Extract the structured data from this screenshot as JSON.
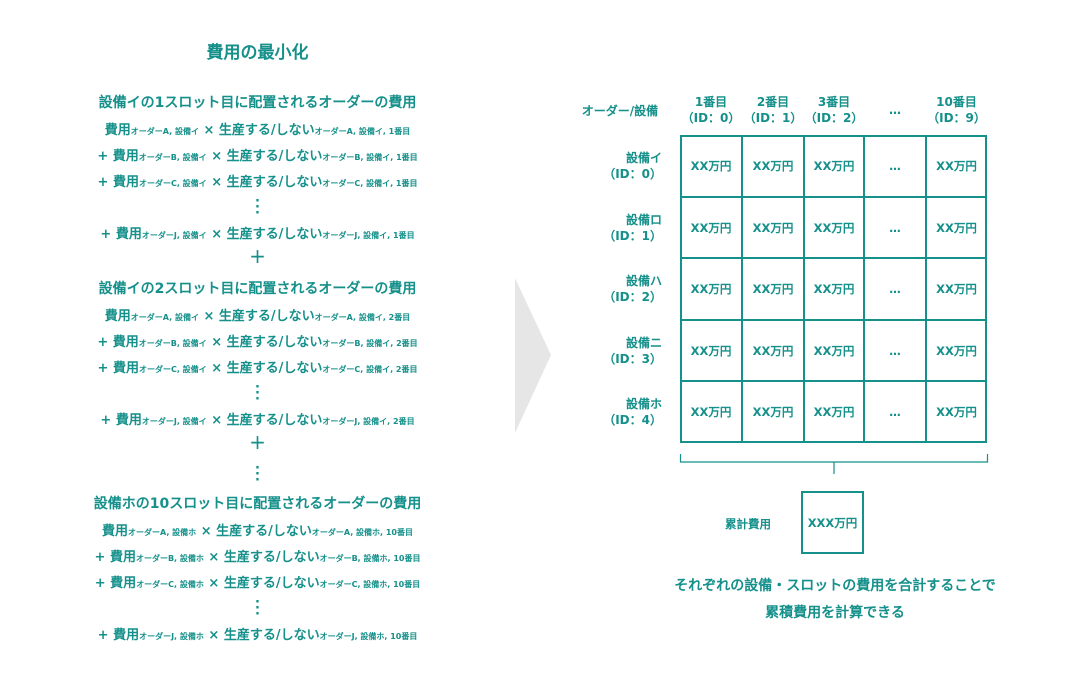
{
  "title": "費用の最小化",
  "sections": [
    {
      "title": "設備イの1スロット目に配置されるオーダーの費用",
      "terms": [
        {
          "prefix": "",
          "cost": "費用",
          "cost_sub": "オーダーA, 設備イ",
          "op": "×",
          "decision": "生産する/しない",
          "decision_sub": "オーダーA, 設備イ, 1番目"
        },
        {
          "prefix": "+",
          "cost": "費用",
          "cost_sub": "オーダーB, 設備イ",
          "op": "×",
          "decision": "生産する/しない",
          "decision_sub": "オーダーB, 設備イ, 1番目"
        },
        {
          "prefix": "+",
          "cost": "費用",
          "cost_sub": "オーダーC, 設備イ",
          "op": "×",
          "decision": "生産する/しない",
          "decision_sub": "オーダーC, 設備イ, 1番目"
        },
        {
          "prefix": "+",
          "cost": "費用",
          "cost_sub": "オーダーJ, 設備イ",
          "op": "×",
          "decision": "生産する/しない",
          "decision_sub": "オーダーJ, 設備イ, 1番目"
        }
      ]
    },
    {
      "title": "設備イの2スロット目に配置されるオーダーの費用",
      "terms": [
        {
          "prefix": "",
          "cost": "費用",
          "cost_sub": "オーダーA, 設備イ",
          "op": "×",
          "decision": "生産する/しない",
          "decision_sub": "オーダーA, 設備イ, 2番目"
        },
        {
          "prefix": "+",
          "cost": "費用",
          "cost_sub": "オーダーB, 設備イ",
          "op": "×",
          "decision": "生産する/しない",
          "decision_sub": "オーダーB, 設備イ, 2番目"
        },
        {
          "prefix": "+",
          "cost": "費用",
          "cost_sub": "オーダーC, 設備イ",
          "op": "×",
          "decision": "生産する/しない",
          "decision_sub": "オーダーC, 設備イ, 2番目"
        },
        {
          "prefix": "+",
          "cost": "費用",
          "cost_sub": "オーダーJ, 設備イ",
          "op": "×",
          "decision": "生産する/しない",
          "decision_sub": "オーダーJ, 設備イ, 2番目"
        }
      ]
    },
    {
      "title": "設備ホの10スロット目に配置されるオーダーの費用",
      "terms": [
        {
          "prefix": "",
          "cost": "費用",
          "cost_sub": "オーダーA, 設備ホ",
          "op": "×",
          "decision": "生産する/しない",
          "decision_sub": "オーダーA, 設備ホ, 10番目"
        },
        {
          "prefix": "+",
          "cost": "費用",
          "cost_sub": "オーダーB, 設備ホ",
          "op": "×",
          "decision": "生産する/しない",
          "decision_sub": "オーダーB, 設備ホ, 10番目"
        },
        {
          "prefix": "+",
          "cost": "費用",
          "cost_sub": "オーダーC, 設備ホ",
          "op": "×",
          "decision": "生産する/しない",
          "decision_sub": "オーダーC, 設備ホ, 10番目"
        },
        {
          "prefix": "+",
          "cost": "費用",
          "cost_sub": "オーダーJ, 設備ホ",
          "op": "×",
          "decision": "生産する/しない",
          "decision_sub": "オーダーJ, 設備ホ, 10番目"
        }
      ]
    }
  ],
  "plus": "+",
  "table": {
    "corner": "オーダー/設備",
    "columns": [
      {
        "line1": "1番目",
        "line2": "（ID：0）"
      },
      {
        "line1": "2番目",
        "line2": "（ID：1）"
      },
      {
        "line1": "3番目",
        "line2": "（ID：2）"
      },
      {
        "line1": "…",
        "line2": ""
      },
      {
        "line1": "10番目",
        "line2": "（ID：9）"
      }
    ],
    "rows": [
      {
        "line1": "設備イ",
        "line2": "（ID：0）",
        "cells": [
          "XX万円",
          "XX万円",
          "XX万円",
          "…",
          "XX万円"
        ]
      },
      {
        "line1": "設備ロ",
        "line2": "（ID：1）",
        "cells": [
          "XX万円",
          "XX万円",
          "XX万円",
          "…",
          "XX万円"
        ]
      },
      {
        "line1": "設備ハ",
        "line2": "（ID：2）",
        "cells": [
          "XX万円",
          "XX万円",
          "XX万円",
          "…",
          "XX万円"
        ]
      },
      {
        "line1": "設備ニ",
        "line2": "（ID：3）",
        "cells": [
          "XX万円",
          "XX万円",
          "XX万円",
          "…",
          "XX万円"
        ]
      },
      {
        "line1": "設備ホ",
        "line2": "（ID：4）",
        "cells": [
          "XX万円",
          "XX万円",
          "XX万円",
          "…",
          "XX万円"
        ]
      }
    ]
  },
  "total": {
    "label": "累計費用",
    "value": "XXX万円"
  },
  "conclusion": {
    "line1": "それぞれの設備・スロットの費用を合計することで",
    "line2": "累積費用を計算できる"
  },
  "colors": {
    "accent": "#15908a",
    "arrow": "#e6e6e6"
  }
}
